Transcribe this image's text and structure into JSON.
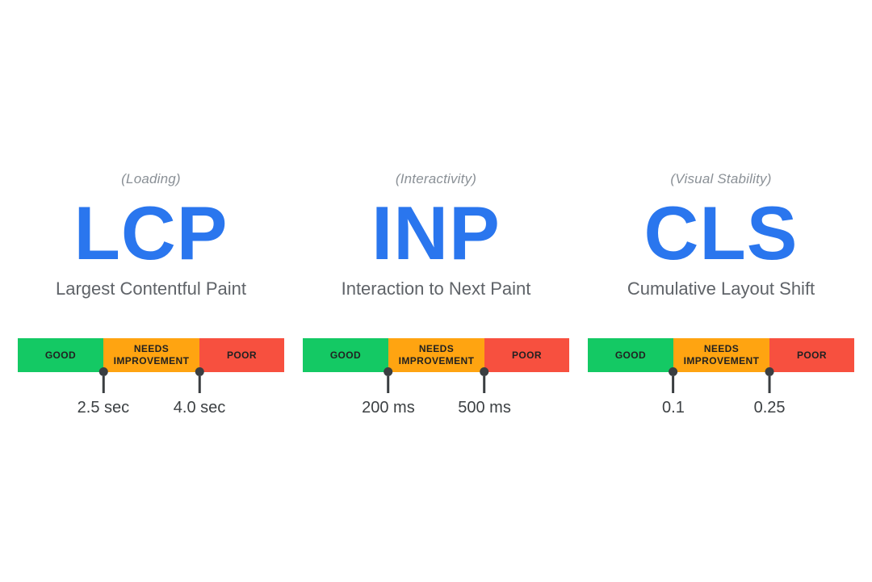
{
  "colors": {
    "background": "#ffffff",
    "good": "#14c964",
    "needs_improvement": "#ffa411",
    "poor": "#f7503f",
    "metric_blue": "#2a76ee",
    "tagline_gray": "#8a9096",
    "subtitle_gray": "#5f6368",
    "marker_dark": "#3a3e41"
  },
  "scale_labels": {
    "good": "GOOD",
    "needs_improvement": "NEEDS IMPROVEMENT",
    "poor": "POOR"
  },
  "metrics": [
    {
      "category": "(Loading)",
      "acronym": "LCP",
      "full_name": "Largest Contentful Paint",
      "good_max": "2.5 sec",
      "poor_min": "4.0 sec"
    },
    {
      "category": "(Interactivity)",
      "acronym": "INP",
      "full_name": "Interaction to Next Paint",
      "good_max": "200 ms",
      "poor_min": "500 ms"
    },
    {
      "category": "(Visual Stability)",
      "acronym": "CLS",
      "full_name": "Cumulative Layout Shift",
      "good_max": "0.1",
      "poor_min": "0.25"
    }
  ]
}
